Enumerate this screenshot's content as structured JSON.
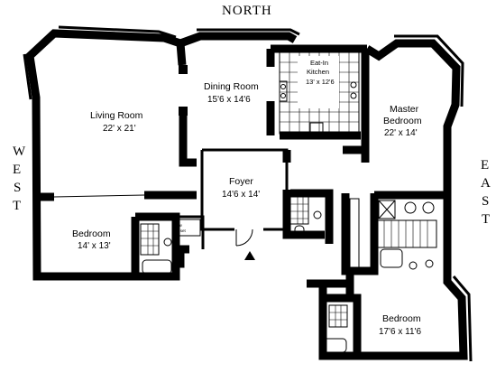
{
  "compass": {
    "north": "NORTH",
    "west": [
      "W",
      "E",
      "S",
      "T"
    ],
    "east": [
      "E",
      "A",
      "S",
      "T"
    ]
  },
  "rooms": {
    "living": {
      "name": "Living Room",
      "dims": "22' x 21'"
    },
    "dining": {
      "name": "Dining Room",
      "dims": "15'6 x 14'6"
    },
    "kitchen": {
      "name_line1": "Eat-In",
      "name_line2": "Kitchen",
      "dims": "13' x 12'6"
    },
    "master": {
      "name_line1": "Master",
      "name_line2": "Bedroom",
      "dims": "22' x 14'"
    },
    "foyer": {
      "name": "Foyer",
      "dims": "14'6 x 14'"
    },
    "bedroom_w": {
      "name": "Bedroom",
      "dims": "14' x 13'"
    },
    "bedroom_e": {
      "name": "Bedroom",
      "dims": "17'6 x 11'6"
    }
  },
  "closet_labels": {
    "line1": "w/w",
    "line2": "closet"
  }
}
